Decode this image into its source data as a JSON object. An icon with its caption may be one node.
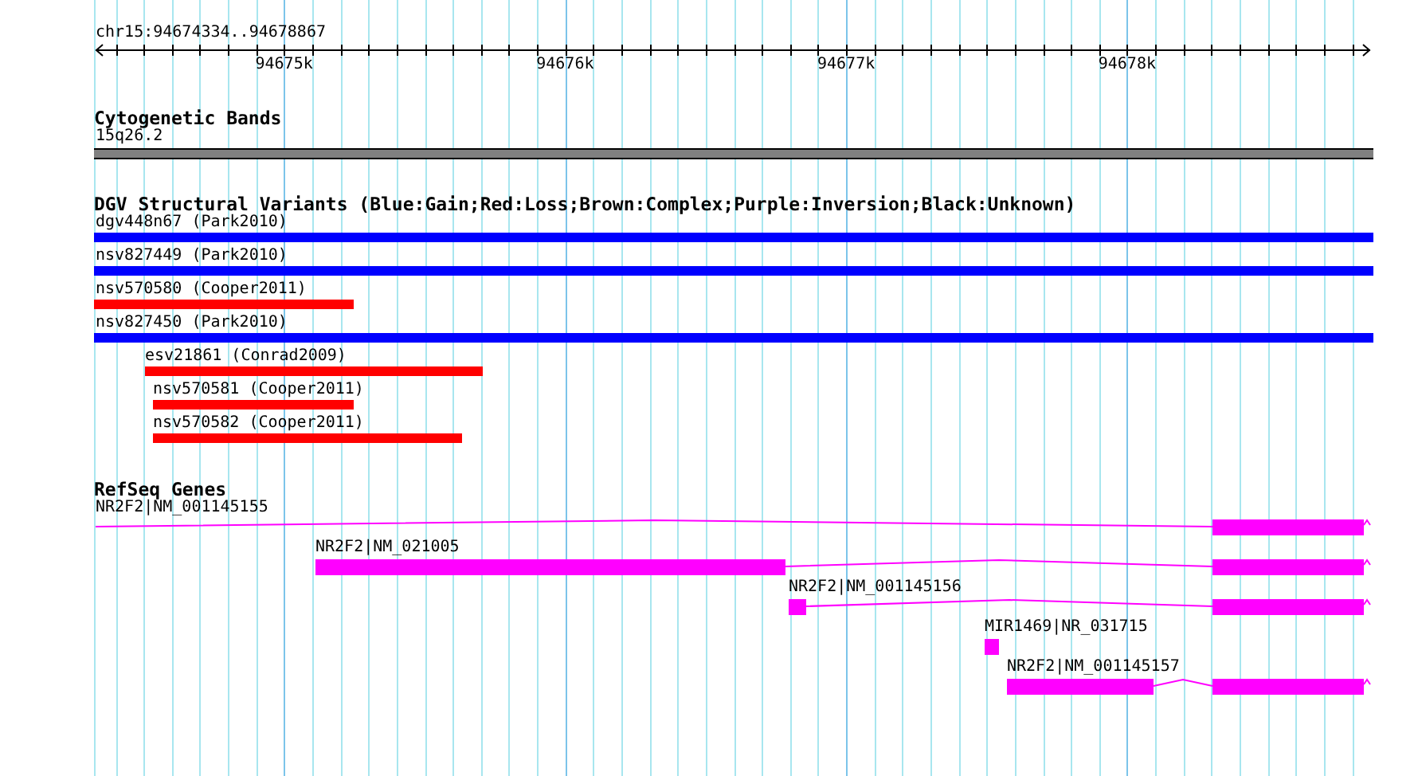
{
  "diagram": {
    "nodes": [
      {
        "text": [
          "15q26.2"
        ]
      },
      {
        "text": [
          "dgv448n67 (Park2010)"
        ]
      },
      {
        "text": [
          "nsv827449 (Park2010)"
        ]
      },
      {
        "text": [
          "nsv570580 (Cooper2011)"
        ]
      },
      {
        "text": [
          "nsv827450 (Park2010)"
        ]
      },
      {
        "text": [
          "esv21861 (Conrad2009)"
        ]
      },
      {
        "text": [
          "nsv570581 (Cooper2011)"
        ]
      },
      {
        "text": [
          "nsv570582 (Cooper2011)"
        ]
      },
      {
        "text": [
          "NR2F2|NM_001145155"
        ]
      },
      {
        "text": [
          "NR2F2|NM_021005"
        ]
      },
      {
        "text": [
          "NR2F2|NM_001145156"
        ]
      },
      {
        "text": [
          "MIR1469|NR_031715"
        ]
      },
      {
        "text": [
          "NR2F2|NM_001145157"
        ]
      }
    ],
    "labels": [
      "chr15:94674334..94678867",
      "94675k",
      "94676k",
      "94677k",
      "94678k",
      "Cytogenetic Bands",
      "DGV Structural Variants (Blue:Gain;Red:Loss;Brown:Complex;Purple:Inversion;Black:Unknown)",
      "RefSeq Genes"
    ]
  }
}
